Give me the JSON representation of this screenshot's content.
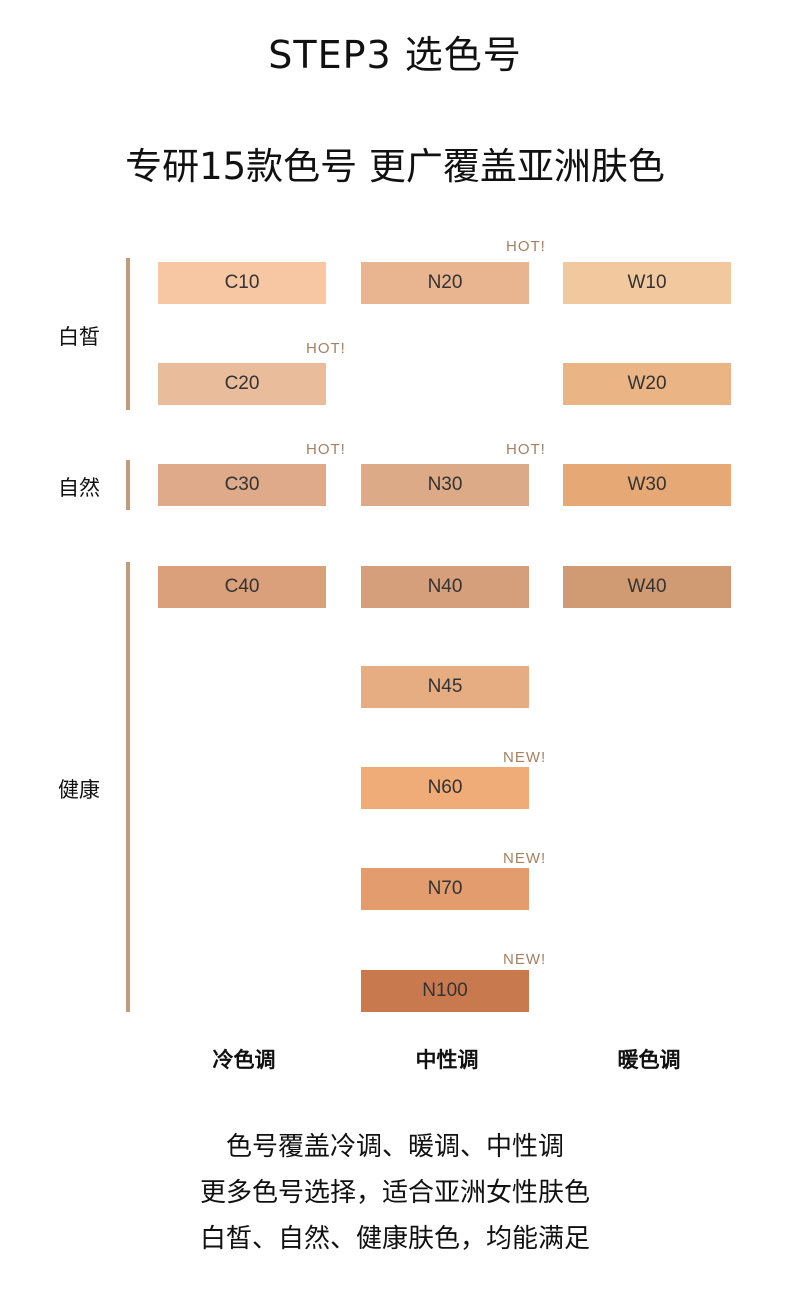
{
  "step_title": "STEP3 选色号",
  "headline": "专研15款色号 更广覆盖亚洲肤色",
  "groups": [
    {
      "label": "白皙"
    },
    {
      "label": "自然"
    },
    {
      "label": "健康"
    }
  ],
  "tones": [
    "冷色调",
    "中性调",
    "暖色调"
  ],
  "swatches": [
    {
      "code": "C10",
      "color": "#f6c7a2",
      "badge": ""
    },
    {
      "code": "N20",
      "color": "#e8b590",
      "badge": "HOT!"
    },
    {
      "code": "W10",
      "color": "#f2c89f",
      "badge": ""
    },
    {
      "code": "C20",
      "color": "#e9bd9b",
      "badge": "HOT!"
    },
    {
      "code": "W20",
      "color": "#ebb485",
      "badge": ""
    },
    {
      "code": "C30",
      "color": "#deaa89",
      "badge": "HOT!"
    },
    {
      "code": "N30",
      "color": "#dcaa87",
      "badge": "HOT!"
    },
    {
      "code": "W30",
      "color": "#e6a975",
      "badge": ""
    },
    {
      "code": "C40",
      "color": "#d9a07b",
      "badge": ""
    },
    {
      "code": "N40",
      "color": "#d59f7b",
      "badge": ""
    },
    {
      "code": "W40",
      "color": "#d09b72",
      "badge": ""
    },
    {
      "code": "N45",
      "color": "#e7ad82",
      "badge": ""
    },
    {
      "code": "N60",
      "color": "#efab78",
      "badge": "NEW!"
    },
    {
      "code": "N70",
      "color": "#e39c6e",
      "badge": "NEW!"
    },
    {
      "code": "N100",
      "color": "#c8794e",
      "badge": "NEW!"
    }
  ],
  "footer": {
    "line1": "色号覆盖冷调、暖调、中性调",
    "line2": "更多色号选择，适合亚洲女性肤色",
    "line3": "白皙、自然、健康肤色，均能满足"
  },
  "colors": {
    "bar": "#bf9d7c",
    "badge_text": "#a58062"
  }
}
